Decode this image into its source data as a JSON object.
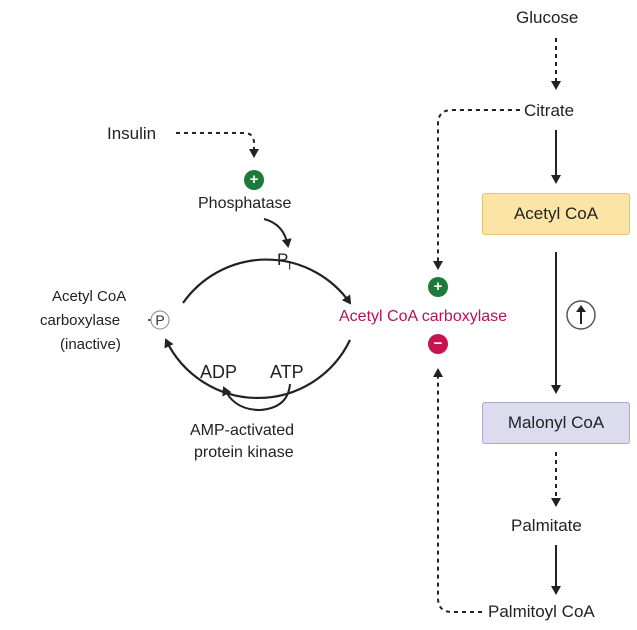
{
  "pathway": {
    "glucose": "Glucose",
    "citrate": "Citrate",
    "acetyl_coa": "Acetyl CoA",
    "malonyl_coa": "Malonyl CoA",
    "palmitate": "Palmitate",
    "palmitoyl_coa": "Palmitoyl CoA"
  },
  "regulation": {
    "insulin": "Insulin",
    "phosphatase": "Phosphatase",
    "pi": "P",
    "pi_sub": "i",
    "inactive_line1": "Acetyl CoA",
    "inactive_line2": "carboxylase",
    "inactive_line3": "(inactive)",
    "phospho": "P",
    "adp": "ADP",
    "atp": "ATP",
    "ampk_line1": "AMP-activated",
    "ampk_line2": "protein kinase",
    "active_enzyme": "Acetyl CoA carboxylase"
  },
  "signs": {
    "plus": "+",
    "minus": "−"
  },
  "colors": {
    "activator": "#1d7a3a",
    "inhibitor": "#c4154f",
    "enzyme_text": "#b0155a",
    "acetyl_box": "#fbe5a6",
    "acetyl_border": "#e7c36a",
    "malonyl_box": "#dcdcee",
    "malonyl_border": "#a9a9cf"
  },
  "icons": {
    "increase": "up-arrow-circle-icon"
  }
}
